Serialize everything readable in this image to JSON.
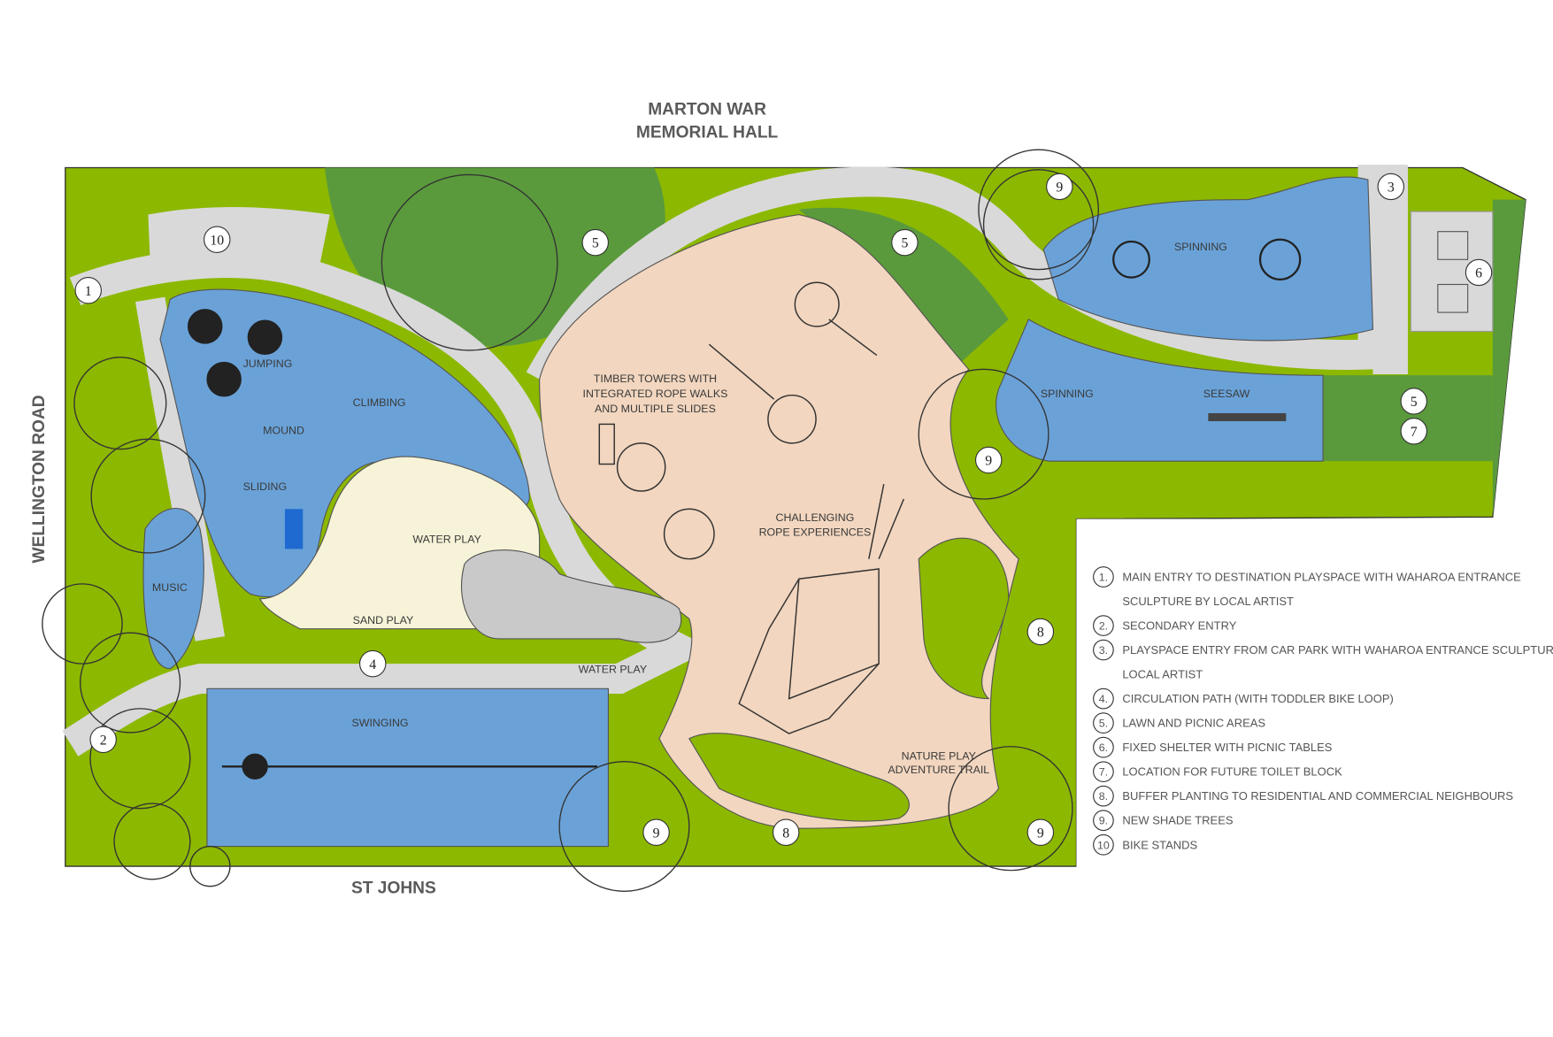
{
  "streets": {
    "top": [
      "MARTON WAR",
      "MEMORIAL HALL"
    ],
    "left": "WELLINGTON ROAD",
    "bottom": "ST JOHNS"
  },
  "area_labels": {
    "jumping": "JUMPING",
    "climbing": "CLIMBING",
    "mound": "MOUND",
    "sliding": "SLIDING",
    "music": "MUSIC",
    "water_play_1": "WATER PLAY",
    "sand_play": "SAND PLAY",
    "water_play_2": "WATER PLAY",
    "swinging": "SWINGING",
    "timber_towers": [
      "TIMBER TOWERS WITH",
      "INTEGRATED ROPE WALKS",
      "AND MULTIPLE SLIDES"
    ],
    "challenging": [
      "CHALLENGING",
      "ROPE EXPERIENCES"
    ],
    "nature_play": [
      "NATURE PLAY",
      "ADVENTURE TRAIL"
    ],
    "spinning_top": "SPINNING",
    "spinning_mid": "SPINNING",
    "seesaw": "SEESAW"
  },
  "markers": [
    "1",
    "2",
    "3",
    "4",
    "5",
    "5",
    "5",
    "6",
    "7",
    "8",
    "8",
    "9",
    "9",
    "9",
    "9",
    "10"
  ],
  "legend": [
    {
      "num": "1.",
      "lines": [
        "MAIN ENTRY TO DESTINATION PLAYSPACE WITH WAHAROA ENTRANCE",
        "SCULPTURE BY LOCAL ARTIST"
      ]
    },
    {
      "num": "2.",
      "lines": [
        "SECONDARY ENTRY"
      ]
    },
    {
      "num": "3.",
      "lines": [
        "PLAYSPACE ENTRY FROM CAR PARK WITH WAHAROA ENTRANCE SCULPTURE BY",
        "LOCAL ARTIST"
      ]
    },
    {
      "num": "4.",
      "lines": [
        "CIRCULATION PATH (WITH TODDLER BIKE LOOP)"
      ]
    },
    {
      "num": "5.",
      "lines": [
        "LAWN AND PICNIC AREAS"
      ]
    },
    {
      "num": "6.",
      "lines": [
        "FIXED SHELTER WITH PICNIC TABLES"
      ]
    },
    {
      "num": "7.",
      "lines": [
        "LOCATION FOR FUTURE TOILET BLOCK"
      ]
    },
    {
      "num": "8.",
      "lines": [
        "BUFFER PLANTING TO RESIDENTIAL AND COMMERCIAL NEIGHBOURS"
      ]
    },
    {
      "num": "9.",
      "lines": [
        "NEW SHADE TREES"
      ]
    },
    {
      "num": "10",
      "lines": [
        "BIKE STANDS"
      ]
    }
  ],
  "colors": {
    "grass": "#8cb800",
    "lawn": "#5a9a3c",
    "path": "#d9d9d9",
    "play": "#6aa2d8",
    "sand": "#f2d6bf",
    "sandpit": "#f7f3d8"
  }
}
